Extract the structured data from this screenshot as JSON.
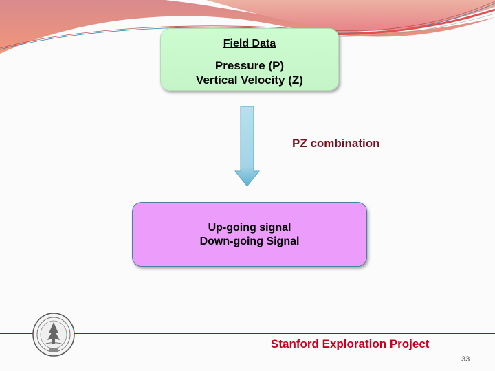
{
  "slide": {
    "field_box": {
      "title": "Field Data",
      "lines": [
        "Pressure (P)",
        "Vertical Velocity (Z)"
      ]
    },
    "arrow_icon": "down-arrow-icon",
    "process_label": "PZ combination",
    "signal_box": {
      "lines": [
        "Up-going signal",
        "Down-going Signal"
      ]
    },
    "footer": {
      "logo": "stanford-seal-icon",
      "title": "Stanford Exploration Project",
      "page_number": "33"
    }
  },
  "colors": {
    "field_box_fill": "#cdfcd0",
    "signal_box_fill": "#ec9cfb",
    "arrow_fill": "#a9d8e8",
    "process_label": "#7b1020",
    "footer_title": "#c8001e",
    "footer_line": "#c00000",
    "header_band": "#e08a86"
  }
}
